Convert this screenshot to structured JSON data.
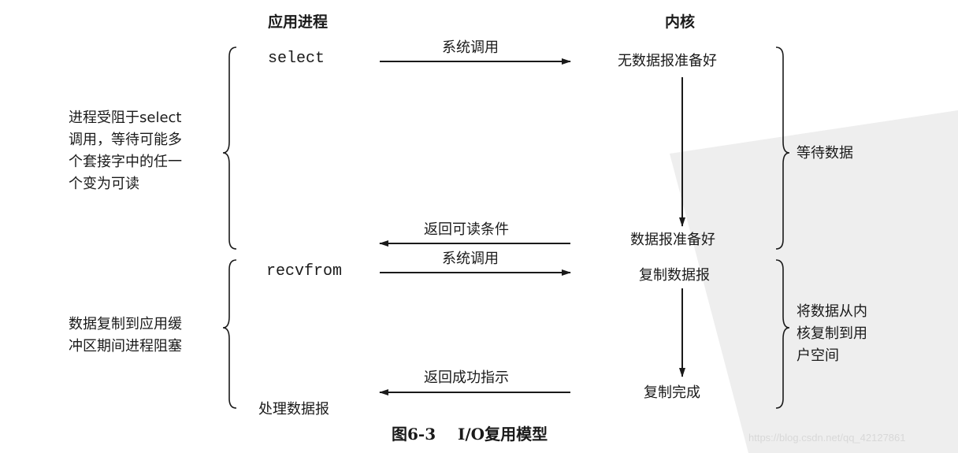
{
  "columns": {
    "app_process": "应用进程",
    "kernel": "内核"
  },
  "arrows": {
    "select_call": "系统调用",
    "return_readable": "返回可读条件",
    "recvfrom_call": "系统调用",
    "return_success": "返回成功指示"
  },
  "app_steps": {
    "select": "select",
    "recvfrom": "recvfrom",
    "process_datagram": "处理数据报"
  },
  "kernel_steps": {
    "no_datagram_ready": "无数据报准备好",
    "datagram_ready": "数据报准备好",
    "copy_datagram": "复制数据报",
    "copy_complete": "复制完成"
  },
  "left_notes": {
    "blocked_in_select": [
      "进程受阻于select",
      "调用，等待可能多",
      "个套接字中的任一",
      "个变为可读"
    ],
    "copy_blocked": [
      "数据复制到应用缓",
      "冲区期间进程阻塞"
    ]
  },
  "right_notes": {
    "wait_for_data": "等待数据",
    "copy_to_user": [
      "将数据从内",
      "核复制到用",
      "户空间"
    ]
  },
  "caption": "图6-3    I/O复用模型",
  "watermark": "https://blog.csdn.net/qq_42127861"
}
